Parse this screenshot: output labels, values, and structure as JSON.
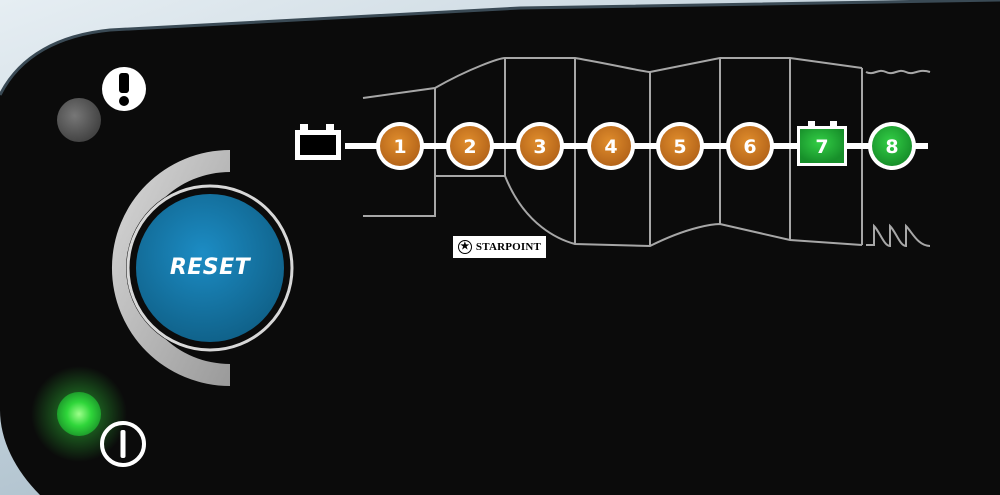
{
  "reset_button": {
    "label": "RESET"
  },
  "steps": [
    {
      "number": "1",
      "state": "orange"
    },
    {
      "number": "2",
      "state": "orange"
    },
    {
      "number": "3",
      "state": "orange"
    },
    {
      "number": "4",
      "state": "orange"
    },
    {
      "number": "5",
      "state": "orange"
    },
    {
      "number": "6",
      "state": "orange"
    },
    {
      "number": "7",
      "state": "green",
      "shape": "battery"
    },
    {
      "number": "8",
      "state": "green"
    }
  ],
  "indicators": {
    "error_icon": "exclamation-icon",
    "error_led": "off",
    "power_icon": "power-icon",
    "power_led": "on"
  },
  "watermark": {
    "text": "STARPOINT"
  },
  "colors": {
    "panel": "#0b0b0b",
    "step_orange": "#c9761e",
    "step_green": "#1fb33a",
    "reset_blue": "#1478a8",
    "led_green": "#33e03a",
    "led_off": "#5a5a5a"
  }
}
